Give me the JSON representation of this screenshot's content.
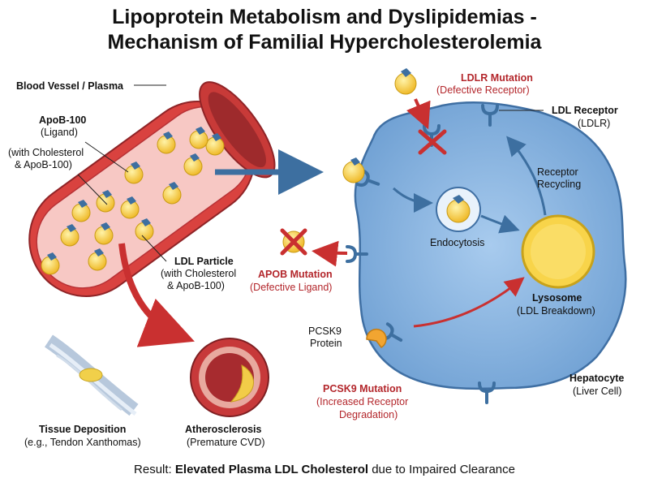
{
  "title": {
    "line1": "Lipoprotein Metabolism and Dyslipidemias -",
    "line2": "Mechanism of Familial Hypercholesterolemia"
  },
  "labels": {
    "blood_vessel": "Blood Vessel / Plasma",
    "apob_title": "ApoB-100",
    "apob_sub": "(Ligand)",
    "chol_line1": "(with Cholesterol",
    "chol_line2": "& ApoB-100)",
    "ldl_particle": "LDL Particle",
    "ldl_line1": "(with Cholesterol",
    "ldl_line2": "& ApoB-100)",
    "tissue_title": "Tissue Deposition",
    "tissue_sub": "(e.g., Tendon Xanthomas)",
    "athero_title": "Atherosclerosis",
    "athero_sub": "(Premature CVD)",
    "ldlr_mut_title": "LDLR Mutation",
    "ldlr_mut_sub": "(Defective Receptor)",
    "ldl_receptor_title": "LDL Receptor",
    "ldl_receptor_sub": "(LDLR)",
    "recycling_line1": "Receptor",
    "recycling_line2": "Recycling",
    "endocytosis": "Endocytosis",
    "apob_mut_title": "APOB Mutation",
    "apob_mut_sub": "(Defective Ligand)",
    "lysosome_title": "Lysosome",
    "lysosome_sub": "(LDL Breakdown)",
    "pcsk9_line1": "PCSK9",
    "pcsk9_line2": "Protein",
    "pcsk9_mut_title": "PCSK9 Mutation",
    "pcsk9_mut_line1": "(Increased Receptor",
    "pcsk9_mut_line2": "Degradation)",
    "hepatocyte_title": "Hepatocyte",
    "hepatocyte_sub": "(Liver Cell)"
  },
  "footer": {
    "prefix": "Result: ",
    "bold": "Elevated Plasma LDL Cholesterol",
    "suffix": " due to Impaired Clearance"
  },
  "colors": {
    "vessel": "#d9423f",
    "vessel_dark": "#a82b2e",
    "plasma": "#f7c8c4",
    "cell": "#8bb7e0",
    "cell_stroke": "#3f6fa3",
    "particle": "#f5c93a",
    "apob": "#3d6fa0",
    "mutation_red": "#b3262b",
    "lysosome": "#f8d44a"
  }
}
